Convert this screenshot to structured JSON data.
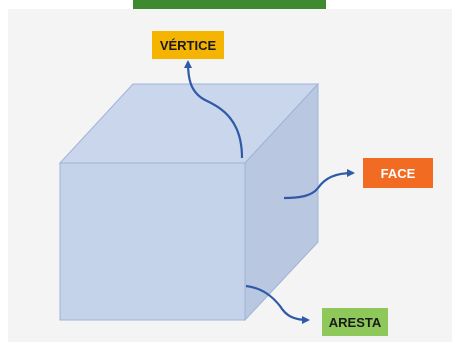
{
  "header": {
    "strip_text": ""
  },
  "labels": {
    "vertex": "VÉRTICE",
    "face": "FACE",
    "edge": "ARESTA"
  },
  "colors": {
    "cube_front": "#c5d3ea",
    "cube_top": "#c9d6ec",
    "cube_side": "#b9c8e0",
    "cube_edge": "#9eb3d8",
    "arrow": "#2e5aa8",
    "vertex_tag": "#f4b400",
    "face_tag": "#f26b22",
    "edge_tag": "#8fc85a",
    "header_strip": "#3e8a2f"
  }
}
